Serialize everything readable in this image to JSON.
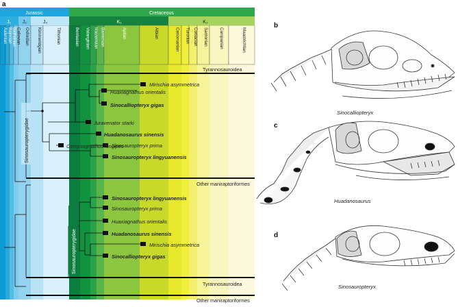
{
  "panels": {
    "a": "a",
    "b": "b",
    "c": "c",
    "d": "d"
  },
  "periods": {
    "jurassic": "Jurassic",
    "cretaceous": "Cretaceous"
  },
  "epochs": {
    "j1": "J₁",
    "j2": "J₂",
    "j3": "J₃",
    "k1": "K₁",
    "k2": "K₂"
  },
  "stages": [
    "Aalenian",
    "Bajocian",
    "Bathonian",
    "Callovian",
    "Oxfordian",
    "Kimmeridgian",
    "Tithonian",
    "Berriasian",
    "Valanginian",
    "Hauterivian",
    "Barremian",
    "Aptian",
    "Albian",
    "Cenomanian",
    "Turonian",
    "Coniacian",
    "Santonian",
    "Campanian",
    "Maastrichtian"
  ],
  "stage_colors": [
    "#0d9bd4",
    "#27a9dc",
    "#52bce5",
    "#7fcdee",
    "#93d3f0",
    "#b8e2f6",
    "#d9f0fb",
    "#0b7d3f",
    "#11923f",
    "#2ba24a",
    "#58b44b",
    "#8cc63f",
    "#c8d92a",
    "#e6e82c",
    "#f1ef3c",
    "#f3f06e",
    "#f6f39a",
    "#f9f6c0",
    "#fcf9dc"
  ],
  "clade_labels": {
    "top": "Sinosauropterygidae",
    "bottom": "Sinosauropterygidae"
  },
  "tree_top": {
    "outgroup_top": "Tyrannosauroidea",
    "taxa": [
      {
        "name": "Mirischia asymmetrica",
        "bold": false
      },
      {
        "name": "Huaxiagnathus orientalis",
        "bold": false
      },
      {
        "name": "Sinocalliopteryx gigas",
        "bold": true
      },
      {
        "name": "Juravenator starki",
        "bold": false
      },
      {
        "name": "Huadanosaurus sinensis",
        "bold": true
      },
      {
        "name": "Compsognathus longipes",
        "bold": false
      },
      {
        "name": "Sinosauropteryx prima",
        "bold": false
      },
      {
        "name": "Sinosauropteryx lingyuanensis",
        "bold": true
      }
    ],
    "outgroup_bottom": "Other maniraptoriformes"
  },
  "tree_bottom": {
    "taxa": [
      {
        "name": "Sinosauropteryx lingyuanensis",
        "bold": true
      },
      {
        "name": "Sinosauropteryx prima",
        "bold": false
      },
      {
        "name": "Huaxiagnathus orientalis",
        "bold": false
      },
      {
        "name": "Huadanosaurus sinensis",
        "bold": true
      },
      {
        "name": "Mirischia asymmetrica",
        "bold": false
      },
      {
        "name": "Sinocalliopteryx gigas",
        "bold": true
      }
    ],
    "outgroup_top": "Tyrannosauroidea",
    "outgroup_bottom": "Other maniraptoriformes"
  },
  "skulls": {
    "b": "Sinocalliopteryx",
    "c": "Huadanosaurus",
    "d": "Sinosauropteryx"
  },
  "colors": {
    "jurassic": "#1ca6df",
    "cretaceous": "#2fa74b",
    "bone_grey": "#d4d4d4",
    "fenestra_black": "#111111"
  }
}
